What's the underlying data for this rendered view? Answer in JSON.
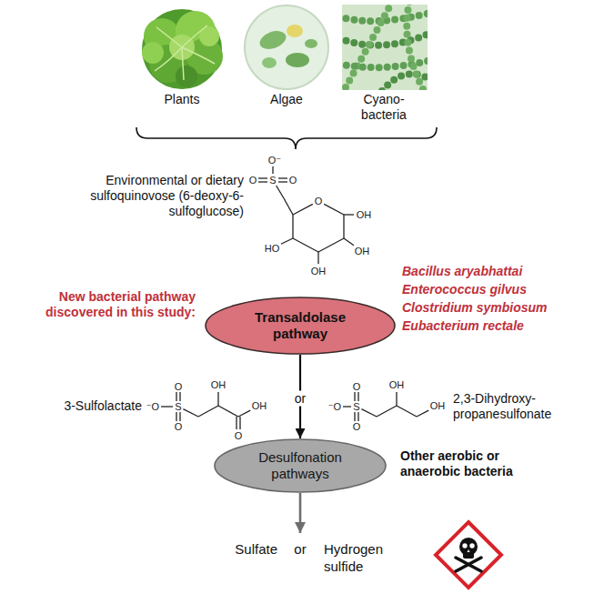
{
  "diagram": {
    "nodes": [
      {
        "text": [
          "Transaldolase pathway"
        ]
      },
      {
        "text": [
          "Desulfonation pathways"
        ]
      }
    ],
    "edges": [
      {
        "from": 0,
        "to": 1,
        "arrow": "to",
        "label": "or"
      }
    ],
    "labels": [
      "Plants",
      "Algae",
      "Cyano- bacteria",
      "Environmental or dietary sulfoquinovose (6-deoxy-6-sulfoglucose)",
      "New bacterial pathway discovered in this study:",
      "Bacillus aryabhattai",
      "Enterococcus gilvus",
      "Clostridium symbiosum",
      "Eubacterium rectale",
      "3-Sulfolactate",
      "2,3-Dihydroxy- propanesulfonate",
      "Other aerobic or anaerobic bacteria",
      "Sulfate",
      "or",
      "Hydrogen sulfide",
      "O⁻",
      "O",
      "S",
      "O",
      "O",
      "OH",
      "OH",
      "OH",
      "HO",
      "⁻O",
      "S",
      "O",
      "O",
      "OH",
      "O",
      "OH",
      "⁻O",
      "S",
      "O",
      "O",
      "OH",
      "OH"
    ]
  }
}
